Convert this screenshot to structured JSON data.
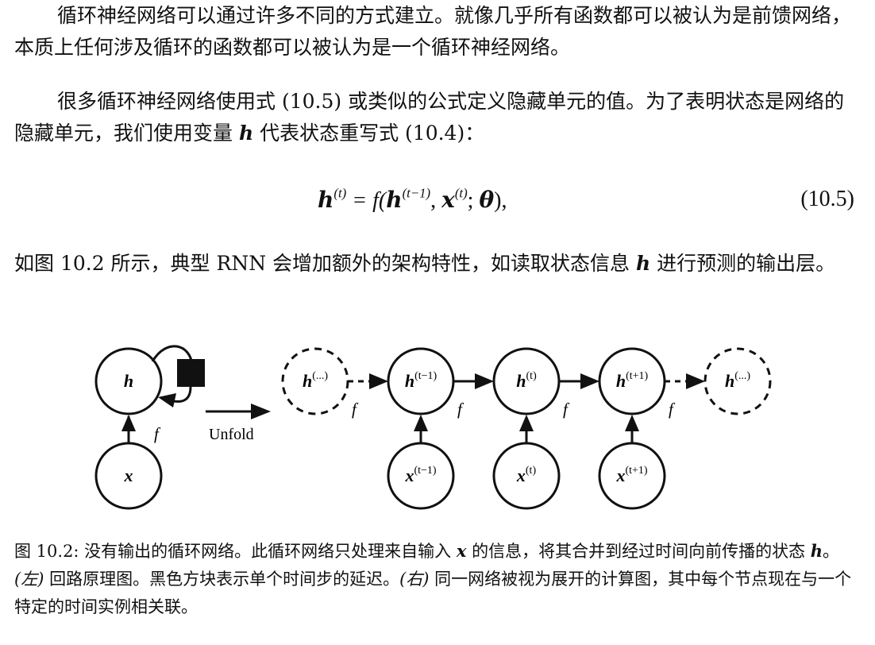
{
  "paragraph1": "循环神经网络可以通过许多不同的方式建立。就像几乎所有函数都可以被认为是前馈网络，本质上任何涉及循环的函数都可以被认为是一个循环神经网络。",
  "paragraph2": {
    "part1": "很多循环神经网络使用式 (10.5) 或类似的公式定义隐藏单元的值。为了表明状态是网络的隐藏单元，我们使用变量 ",
    "var": "h",
    "part2": " 代表状态重写式 (10.4)："
  },
  "equation": {
    "lhs": "h",
    "lhs_sup": "(t)",
    "eq_f": " = f(",
    "h": "h",
    "h_sup": "(t−1)",
    "comma": ", ",
    "x": "x",
    "x_sup": "(t)",
    "semi": "; ",
    "theta": "θ",
    "close": "),",
    "number": "(10.5)"
  },
  "paragraph3": {
    "part1": "如图 10.2 所示，典型 RNN 会增加额外的架构特性，如读取状态信息 ",
    "var": "h",
    "part2": " 进行预测的输出层。"
  },
  "figure": {
    "left": {
      "h_label": "h",
      "x_label": "x",
      "f_label": "f",
      "unfold_label": "Unfold"
    },
    "right": {
      "h_nodes": [
        {
          "base": "h",
          "sup": "(...)",
          "dashed": true
        },
        {
          "base": "h",
          "sup": "(t−1)",
          "dashed": false
        },
        {
          "base": "h",
          "sup": "(t)",
          "dashed": false
        },
        {
          "base": "h",
          "sup": "(t+1)",
          "dashed": false
        },
        {
          "base": "h",
          "sup": "(...)",
          "dashed": true
        }
      ],
      "x_nodes": [
        {
          "base": "x",
          "sup": "(t−1)"
        },
        {
          "base": "x",
          "sup": "(t)"
        },
        {
          "base": "x",
          "sup": "(t+1)"
        }
      ],
      "f_label": "f"
    }
  },
  "caption": {
    "prefix": "图 10.2: 没有输出的循环网络。此循环网络只处理来自输入 ",
    "x": "x",
    "mid1": " 的信息，将其合并到经过时间向前传播的状态 ",
    "h": "h",
    "mid2": "。",
    "left_tag": "(左)",
    "mid3": " 回路原理图。黑色方块表示单个时间步的延迟。",
    "right_tag": "(右)",
    "suffix": " 同一网络被视为展开的计算图，其中每个节点现在与一个特定的时间实例相关联。"
  }
}
